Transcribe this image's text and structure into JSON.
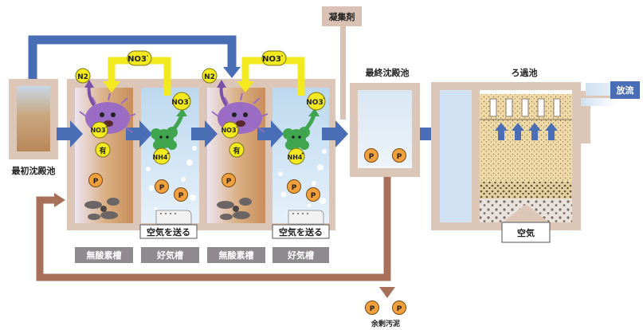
{
  "labels": {
    "primary_clarifier": "最初沈殿池",
    "final_clarifier": "最終沈殿池",
    "filter_basin": "ろ過池",
    "discharge": "放流",
    "coagulant": "凝集剤",
    "air_supply": "空気を送る",
    "anoxic_tank": "無酸素槽",
    "aerobic_tank": "好気槽",
    "filter_air": "空気",
    "excess_sludge": "余剰汚泥"
  },
  "chem": {
    "no3": "NO3",
    "no3_sup": "-",
    "n2": "N2",
    "nh4": "NH4",
    "nh4_sup": "+",
    "organic": "有",
    "phosphorus": "P"
  },
  "colors": {
    "wall": "#d9c2b4",
    "flow_blue": "#4a6eb5",
    "recycle_brown": "#a8705a",
    "nitrate_yellow": "#f2ea1e",
    "anoxic_fill": "#d7a777",
    "aerobic_fill": "#cfe3f2",
    "bacteria_purple": "#9a6cc4",
    "bacteria_green": "#3fa54f",
    "phosphorus_orange": "#f0a03c"
  },
  "icons": {
    "anoxic_bacteria": "purple-bacteria-icon",
    "aerobic_bacteria": "green-bacteria-icon",
    "mixer": "mixer-propeller-icon",
    "diffuser": "air-diffuser-icon"
  }
}
